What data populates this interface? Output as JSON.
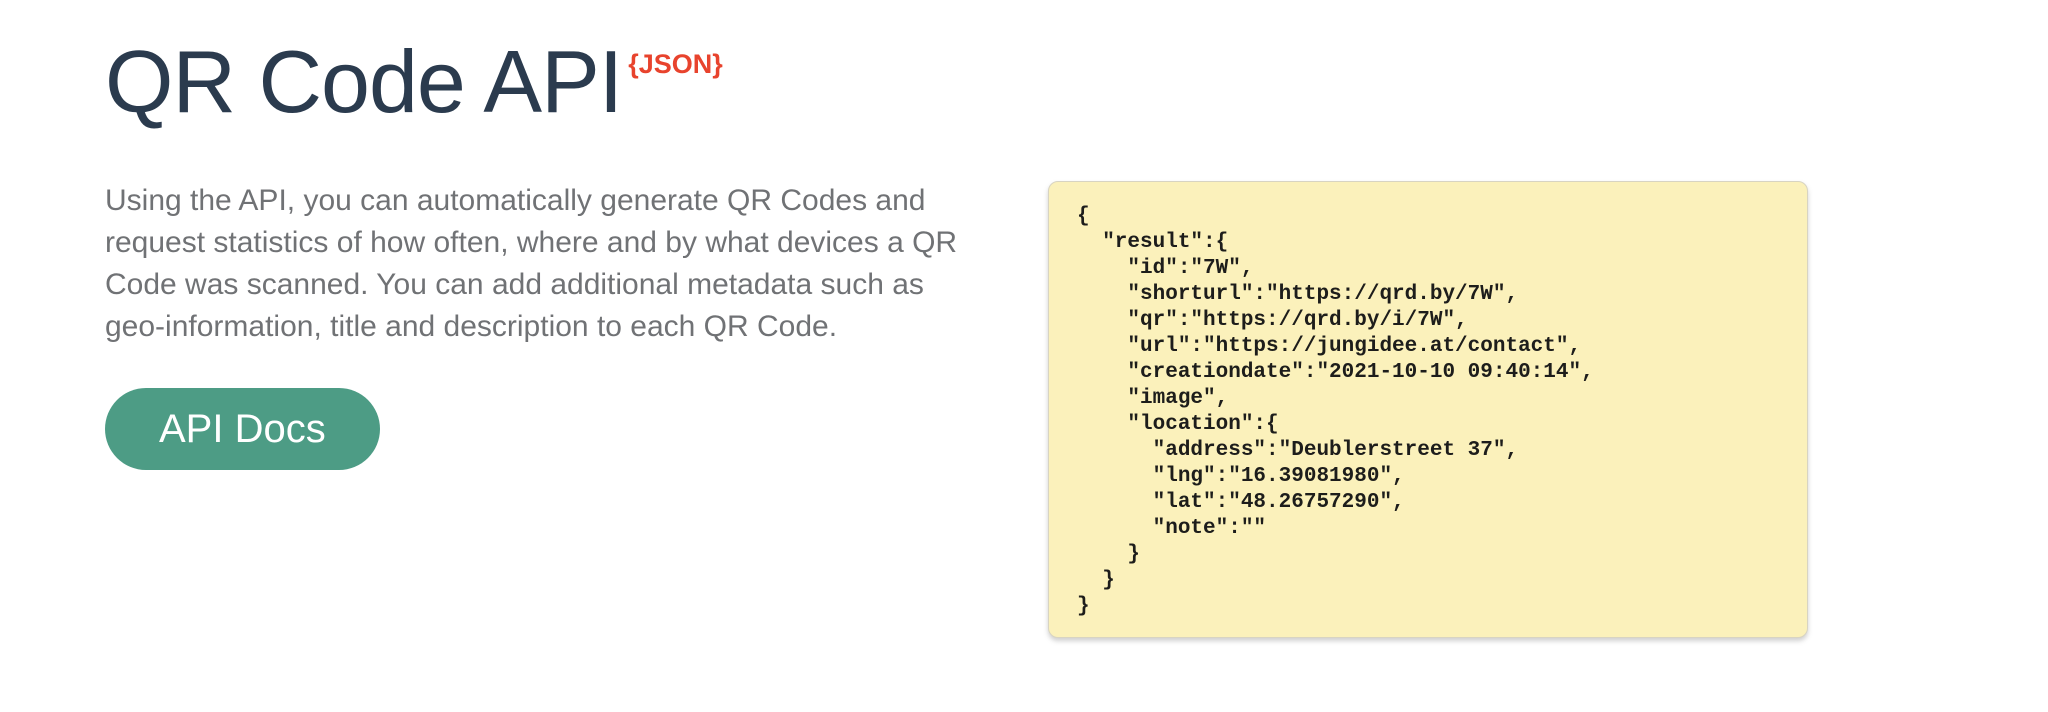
{
  "header": {
    "title": "QR Code API",
    "badge": "{JSON}"
  },
  "intro": {
    "text": "Using the API, you can automatically generate QR Codes and\nrequest statistics of how often, where and by what devices a QR\nCode was scanned. You can add additional metadata such as\ngeo-information, title and description to each QR Code."
  },
  "actions": {
    "api_docs_label": "API Docs"
  },
  "code_sample": {
    "language": "json",
    "content": "{\n  \"result\":{\n    \"id\":\"7W\",\n    \"shorturl\":\"https://qrd.by/7W\",\n    \"qr\":\"https://qrd.by/i/7W\",\n    \"url\":\"https://jungidee.at/contact\",\n    \"creationdate\":\"2021-10-10 09:40:14\",\n    \"image\",\n    \"location\":{\n      \"address\":\"Deublerstreet 37\",\n      \"lng\":\"16.39081980\",\n      \"lat\":\"48.26757290\",\n      \"note\":\"\"\n    }\n  }\n}"
  },
  "colors": {
    "title": "#2b3b4e",
    "badge": "#e8432d",
    "intro_text": "#707275",
    "button_background": "#4d9c85",
    "button_text": "#ffffff",
    "code_background": "#fbf1bb",
    "code_text": "#1d1d1b",
    "page_background": "#ffffff"
  }
}
